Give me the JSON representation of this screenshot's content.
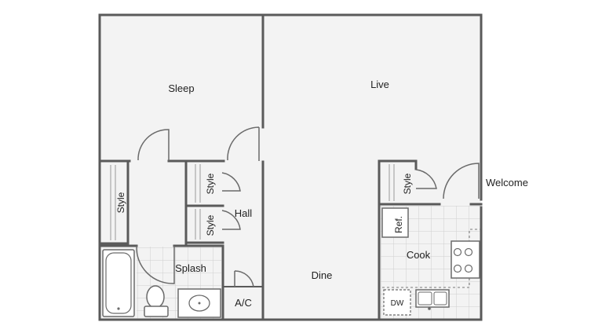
{
  "colors": {
    "wall": "#5a5a5a",
    "floor": "#f3f3f3",
    "tile_line": "#cfcfcf",
    "fixture": "#6a6a6a",
    "text": "#222222",
    "background": "#ffffff"
  },
  "rooms": {
    "sleep": "Sleep",
    "live": "Live",
    "dine": "Dine",
    "hall": "Hall",
    "splash": "Splash",
    "cook": "Cook",
    "welcome": "Welcome",
    "ac": "A/C",
    "closet_bedroom": "Style",
    "closet_hall_upper": "Style",
    "closet_hall_lower": "Style",
    "closet_entry": "Style",
    "fridge": "Ref.",
    "dishwasher": "DW"
  },
  "fixtures": [
    "bathtub-icon",
    "toilet-icon",
    "bathroom-sink-icon",
    "range-icon",
    "kitchen-sink-icon",
    "dishwasher-icon",
    "refrigerator-icon"
  ]
}
